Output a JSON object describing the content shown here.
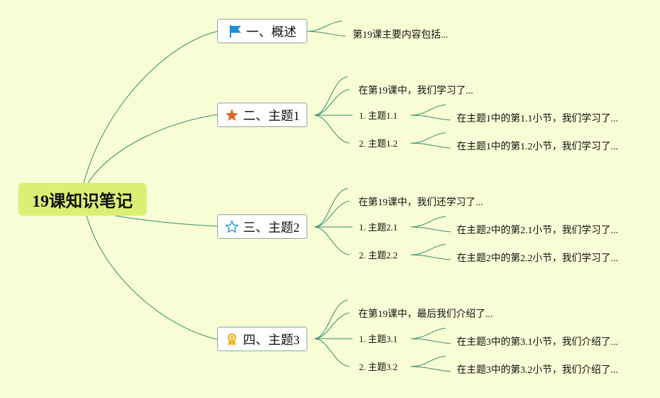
{
  "root": {
    "label": "19课知识笔记"
  },
  "branches": [
    {
      "label": "一、概述",
      "icon": "flag-icon",
      "summary": "第19课主要内容包括..."
    },
    {
      "label": "二、主题1",
      "icon": "star-filled-icon",
      "summary": "在第19课中，我们学习了...",
      "subs": [
        {
          "label": "1. 主题1.1",
          "detail": "在主题1中的第1.1小节，我们学习了..."
        },
        {
          "label": "2. 主题1.2",
          "detail": "在主题1中的第1.2小节，我们学习了..."
        }
      ]
    },
    {
      "label": "三、主题2",
      "icon": "star-outline-icon",
      "summary": "在第19课中，我们还学习了...",
      "subs": [
        {
          "label": "1. 主题2.1",
          "detail": "在主题2中的第2.1小节，我们学习了..."
        },
        {
          "label": "2. 主题2.2",
          "detail": "在主题2中的第2.2小节，我们学习了..."
        }
      ]
    },
    {
      "label": "四、主题3",
      "icon": "award-ribbon-icon",
      "summary": "在第19课中，最后我们介绍了...",
      "subs": [
        {
          "label": "1. 主题3.1",
          "detail": "在主题3中的第3.1小节，我们介绍了..."
        },
        {
          "label": "2. 主题3.2",
          "detail": "在主题3中的第3.2小节，我们介绍了..."
        }
      ]
    }
  ],
  "colors": {
    "background": "#f9fdd5",
    "root_fill": "#dcef74",
    "connector": "#2e8b72",
    "flag": "#1f8fd8",
    "star_filled": "#e0652b",
    "star_outline": "#3aa3d8",
    "award": "#f2b21a"
  }
}
